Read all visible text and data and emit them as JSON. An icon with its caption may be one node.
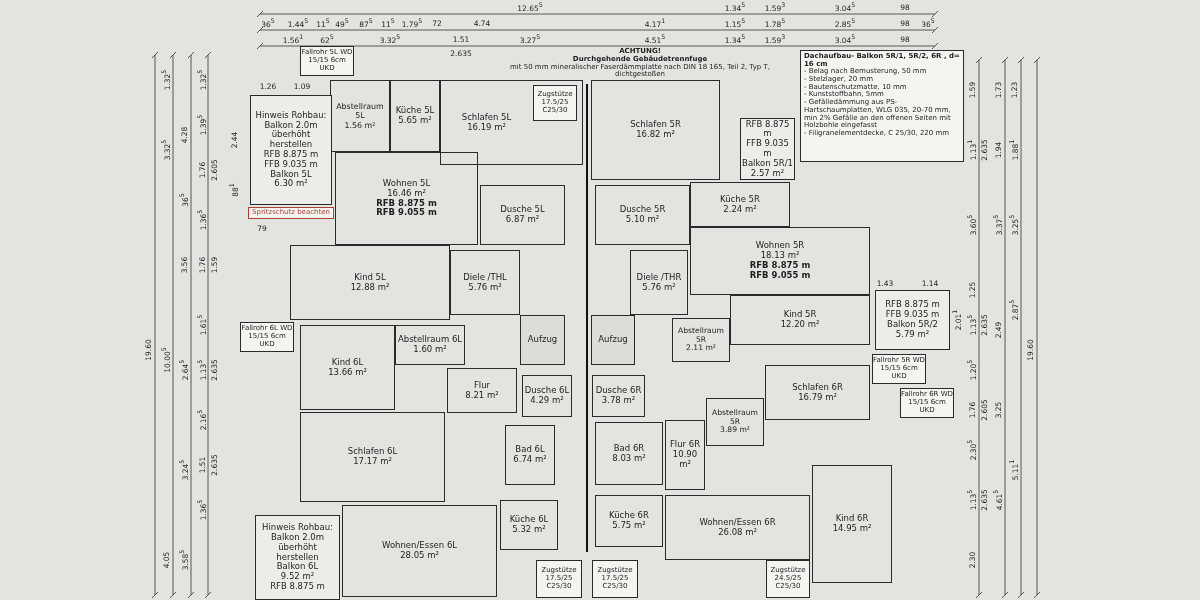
{
  "diagram": {
    "nodes": [
      {
        "text": [
          "Abstellraum 5L",
          "1.56 m²"
        ]
      },
      {
        "text": [
          "Küche 5L",
          "5.65 m²"
        ]
      },
      {
        "text": [
          "Schlafen 5L",
          "16.19 m²"
        ]
      },
      {
        "text": [
          "Schlafen 5R",
          "16.82 m²"
        ]
      },
      {
        "text": [
          "Hinweis Rohbau: Balkon 2.0m überhöht herstellen",
          "RFB 8.875 m",
          "FFB 9.035 m",
          "Balkon 5L",
          "6.30 m²"
        ]
      },
      {
        "text": [
          "RFB 8.875 m",
          "FFB 9.035 m",
          "Balkon 5R/1",
          "2.57 m²"
        ]
      },
      {
        "text": [
          "Wohnen 5L",
          "16.46 m²",
          "RFB 8.875 m",
          "RFB 9.055 m"
        ]
      },
      {
        "text": [
          "Dusche 5L",
          "6.87 m²"
        ]
      },
      {
        "text": [
          "Dusche 5R",
          "5.10 m²"
        ]
      },
      {
        "text": [
          "Küche 5R",
          "2.24 m²"
        ]
      },
      {
        "text": [
          "Wohnen 5R",
          "18.13 m²",
          "RFB 8.875 m",
          "RFB 9.055 m"
        ]
      },
      {
        "text": [
          "Kind 5L",
          "12.88 m²"
        ]
      },
      {
        "text": [
          "Diele /THL",
          "5.76 m²"
        ]
      },
      {
        "text": [
          "Diele /THR",
          "5.76 m²"
        ]
      },
      {
        "text": [
          "Kind 5R",
          "12.20 m²"
        ]
      },
      {
        "text": [
          "RFB 8.875 m",
          "FFB 9.035 m",
          "Balkon 5R/2",
          "5.79 m²"
        ]
      },
      {
        "text": [
          "Aufzug"
        ]
      },
      {
        "text": [
          "Aufzug"
        ]
      },
      {
        "text": [
          "Abstellraum 6L",
          "1.60 m²"
        ]
      },
      {
        "text": [
          "Abstellraum 5R",
          "2.11 m²"
        ]
      },
      {
        "text": [
          "Kind 6L",
          "13.66 m²"
        ]
      },
      {
        "text": [
          "Flur",
          "8.21 m²"
        ]
      },
      {
        "text": [
          "Dusche 6L",
          "4.29 m²"
        ]
      },
      {
        "text": [
          "Dusche 6R",
          "3.78 m²"
        ]
      },
      {
        "text": [
          "Schlafen 6R",
          "16.79 m²"
        ]
      },
      {
        "text": [
          "Schlafen 6L",
          "17.17 m²"
        ]
      },
      {
        "text": [
          "Bad 6L",
          "6.74 m²"
        ]
      },
      {
        "text": [
          "Bad 6R",
          "8.03 m²"
        ]
      },
      {
        "text": [
          "Flur 6R",
          "10.90 m²"
        ]
      },
      {
        "text": [
          "Abstellraum 5R",
          "3.89 m²"
        ]
      },
      {
        "text": [
          "Kind 6R",
          "14.95 m²"
        ]
      },
      {
        "text": [
          "Hinweis Rohbau: Balkon 2.0m überhöht herstellen",
          "Balkon 6L",
          "9.52 m²",
          "RFB 8.875 m"
        ]
      },
      {
        "text": [
          "Wohnen/Essen 6L",
          "28.05 m²"
        ]
      },
      {
        "text": [
          "Küche 6L",
          "5.32 m²"
        ]
      },
      {
        "text": [
          "Küche 6R",
          "5.75 m²"
        ]
      },
      {
        "text": [
          "Wohnen/Essen 6R",
          "26.08 m²"
        ]
      },
      {
        "text": [
          "Zugstütze 17.5/25 C25/30"
        ],
        "in": 2
      },
      {
        "text": [
          "Dachaufbau- Balkon 5R/1, 5R/2, 6R , d= 16 cm",
          "- Belag nach Bemusterung, 50 mm",
          "- Stelzlager, 20 mm",
          "- Bautenschutzmatte, 10 mm",
          "- Kunststoffbahn, 5mm",
          "- Gefälledämmung aus PS-Hartschaumplatten, WLG 035, 20-70 mm, min 2% Gefälle an den offenen Seiten mit Holzbohle eingefasst",
          "- Filigranelementdecke, C 25/30, 220 mm"
        ]
      },
      {
        "text": [
          "Fallrohr 5L WD 15/15 6cm UKD"
        ]
      },
      {
        "text": [
          "Spritzschutz beachten"
        ]
      },
      {
        "text": [
          "Fallrohr 6L WD 15/15 6cm UKD"
        ]
      },
      {
        "text": [
          "Fallrohr 5R WD 15/15 6cm UKD"
        ]
      },
      {
        "text": [
          "Fallrohr 6R WD 15/15 6cm UKD"
        ]
      },
      {
        "text": [
          "Zugstütze 17.5/25 C25/30"
        ]
      },
      {
        "text": [
          "Zugstütze 17.5/25 C25/30"
        ]
      },
      {
        "text": [
          "Zugstütze 24.5/25 C25/30"
        ]
      }
    ],
    "labels": [
      "12.65$^{5}$",
      "1.34$^{5}$",
      "1.59$^{3}$",
      "3.04$^{5}$",
      "98",
      "36$^{5}$",
      "1.44$^{5}$",
      "11$^{5}$",
      "49$^{5}$",
      "87$^{5}$",
      "11$^{5}$",
      "1.79$^{5}$",
      "72",
      "4.74",
      "4.17$^{1}$",
      "1.15$^{5}$",
      "1.78$^{5}$",
      "2.85$^{5}$",
      "98",
      "36$^{5}$",
      "1.56$^{1}$",
      "62$^{5}$",
      "3.32$^{5}$",
      "1.51",
      "3.27$^{5}$",
      "4.51$^{5}$",
      "1.34$^{5}$",
      "1.59$^{3}$",
      "3.04$^{5}$",
      "98",
      "2.635",
      "ACHTUNG!",
      "Durchgehende Gebäudetrennfuge",
      "mit 50 mm mineralischer Faserdämmplatte nach DIN 18 165, Teil 2, Typ T, dichtgestoßen",
      "19.60",
      "1.32$^{5}$",
      "3.32$^{5}$",
      "10.00$^{5}$",
      "4.05",
      "4.28",
      "36$^{5}$",
      "3.56",
      "2.64$^{5}$",
      "3.24$^{5}$",
      "3.58$^{5}$",
      "1.32$^{5}$",
      "1.39$^{5}$",
      "1.76",
      "1.36$^{5}$",
      "1.76",
      "1.61$^{5}$",
      "1.13$^{5}$",
      "2.16$^{5}$",
      "1.51",
      "1.36$^{5}$",
      "2.605",
      "1.59",
      "2.635",
      "2.635",
      "1.26",
      "1.09",
      "2.44",
      "88$^{1}$",
      "79",
      "1.59",
      "1.13$^{1}$",
      "3.60$^{5}$",
      "1.25",
      "1.13$^{5}$",
      "1.20$^{5}$",
      "1.76",
      "2.30$^{5}$",
      "1.13$^{5}$",
      "2.30",
      "2.635",
      "2.635",
      "2.605",
      "2.635",
      "1.73",
      "1.94",
      "3.37$^{5}$",
      "2.49",
      "3.25",
      "4.61$^{5}$",
      "1.23",
      "1.88$^{1}$",
      "3.25$^{5}$",
      "2.87$^{5}$",
      "5.11$^{1}$",
      "19.60",
      "1.43",
      "2.01$^{1}$",
      "1.14"
    ]
  }
}
